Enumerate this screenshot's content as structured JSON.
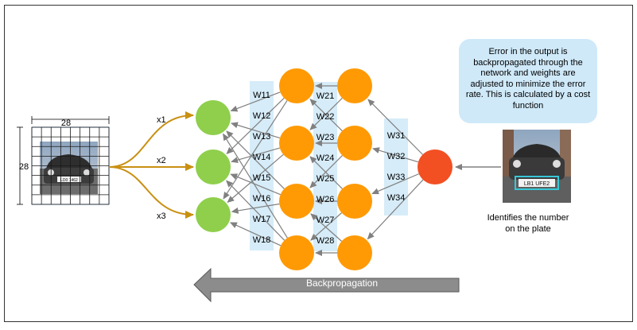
{
  "input": {
    "width_label": "28",
    "height_label": "28"
  },
  "inputs": [
    "x1",
    "x2",
    "x3"
  ],
  "layer1_weights": [
    "W11",
    "W12",
    "W13",
    "W14",
    "W15",
    "W16",
    "W17",
    "W18"
  ],
  "layer2_weights": [
    "W21",
    "W22",
    "W23",
    "W24",
    "W25",
    "W26",
    "W27",
    "W28"
  ],
  "layer3_weights": [
    "W31",
    "W32",
    "W33",
    "W34"
  ],
  "callout": "Error in the output is backpropagated through the network and weights are adjusted to minimize the error rate. This is calculated by a cost function",
  "caption": "Identifies the number on the plate",
  "backprop_label": "Backpropagation",
  "plate_text": "LB1 UFE2",
  "small_plate_text": "LD0 1462",
  "colors": {
    "input_node": "#8fcf4c",
    "hidden_node": "#ff9a05",
    "output_node": "#f24f23",
    "weight_band": "#d6ecf8",
    "input_arrow": "#c99012",
    "connection": "#808080",
    "backprop_arrow": "#8c8c8c"
  }
}
